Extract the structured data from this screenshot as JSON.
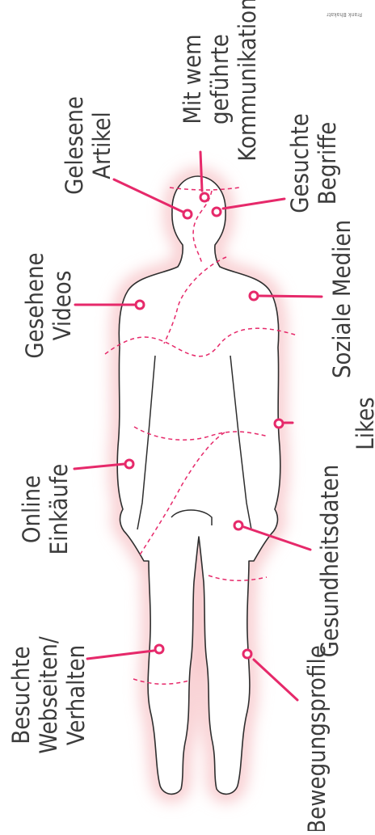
{
  "credit": "Frank Bhakatr",
  "colors": {
    "accent": "#e6296a",
    "outline": "#2e2e2e",
    "glow": "#f7c2c6",
    "text": "#3c3c3c"
  },
  "labels": {
    "gelesene_artikel": [
      "Gelesene",
      "Artikel"
    ],
    "mit_wem": [
      "Mit wem",
      "geführte",
      "Kommunikation"
    ],
    "gesuchte_begriffe": [
      "Gesuchte",
      "Begriffe"
    ],
    "gesehene_videos": [
      "Gesehene",
      "Videos"
    ],
    "soziale_medien": [
      "Soziale Medien"
    ],
    "likes": [
      "Likes"
    ],
    "online_einkaeufe": [
      "Online",
      "Einkäufe"
    ],
    "gesundheitsdaten": [
      "Gesundheitsdaten"
    ],
    "besuchte_webseiten": [
      "Besuchte",
      "Webseiten/",
      "Verhalten"
    ],
    "bewegungsprofile": [
      "Bewegungsprofile"
    ]
  }
}
